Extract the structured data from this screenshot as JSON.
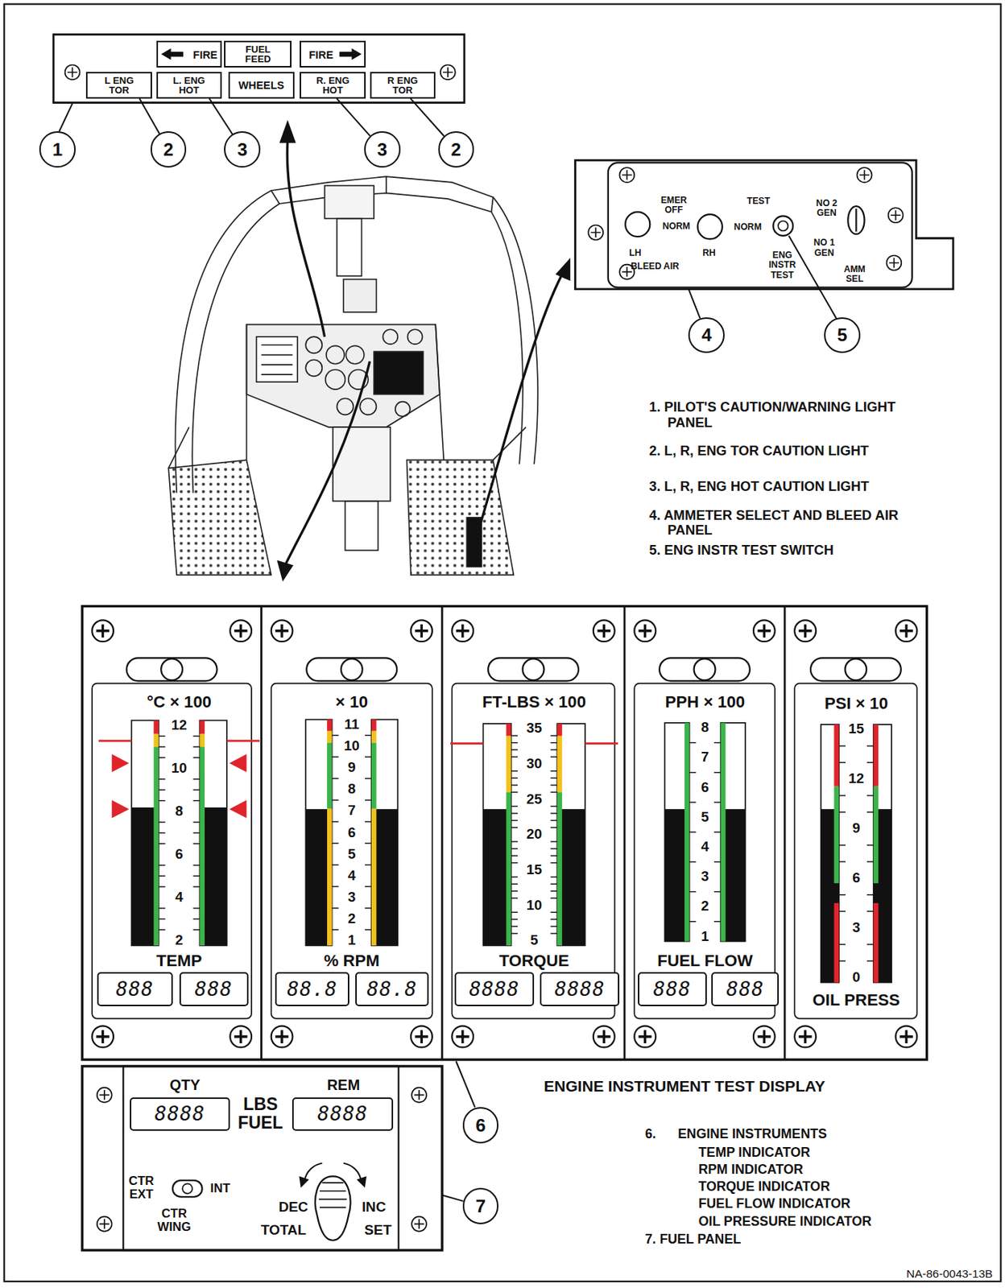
{
  "diagram": {
    "nodes": [
      {
        "text": [
          "FIRE"
        ]
      },
      {
        "text": [
          "FUEL FEED"
        ]
      },
      {
        "text": [
          "FIRE"
        ]
      },
      {
        "text": [
          "L ENG TOR"
        ]
      },
      {
        "text": [
          "L. ENG HOT"
        ]
      },
      {
        "text": [
          "WHEELS"
        ]
      },
      {
        "text": [
          "R. ENG HOT"
        ]
      },
      {
        "text": [
          "R ENG TOR"
        ]
      },
      {
        "text": [
          "1"
        ]
      },
      {
        "text": [
          "2"
        ]
      },
      {
        "text": [
          "3"
        ]
      },
      {
        "text": [
          "3"
        ]
      },
      {
        "text": [
          "2"
        ]
      },
      {
        "text": [
          "EMER OFF",
          "NORM",
          "RH",
          "LH",
          "BLEED AIR",
          "TEST",
          "NORM",
          "ENG INSTR TEST",
          "NO 2 GEN",
          "NO 1 GEN",
          "AMM SEL"
        ]
      },
      {
        "text": [
          "4"
        ]
      },
      {
        "text": [
          "5"
        ]
      },
      {
        "text": [
          "°C × 100",
          "12",
          "10",
          "8",
          "6",
          "4",
          "2",
          "TEMP"
        ]
      },
      {
        "text": [
          "888"
        ],
        "in": 16
      },
      {
        "text": [
          "888"
        ],
        "in": 16
      },
      {
        "text": [
          "× 10",
          "11",
          "10",
          "9",
          "8",
          "7",
          "6",
          "5",
          "4",
          "3",
          "2",
          "1",
          "% RPM"
        ]
      },
      {
        "text": [
          "88.8"
        ],
        "in": 19
      },
      {
        "text": [
          "88.8"
        ],
        "in": 19
      },
      {
        "text": [
          "FT-LBS × 100",
          "35",
          "30",
          "25",
          "20",
          "15",
          "10",
          "5",
          "TORQUE"
        ]
      },
      {
        "text": [
          "8888"
        ],
        "in": 22
      },
      {
        "text": [
          "8888"
        ],
        "in": 22
      },
      {
        "text": [
          "PPH × 100",
          "8",
          "7",
          "6",
          "5",
          "4",
          "3",
          "2",
          "1",
          "FUEL FLOW"
        ]
      },
      {
        "text": [
          "888"
        ],
        "in": 25
      },
      {
        "text": [
          "888"
        ],
        "in": 25
      },
      {
        "text": [
          "PSI × 10",
          "15",
          "12",
          "9",
          "6",
          "3",
          "0",
          "OIL PRESS"
        ]
      },
      {
        "text": [
          "QTY",
          "REM",
          "LBS FUEL",
          "CTR EXT",
          "INT",
          "CTR WING",
          "DEC",
          "INC",
          "TOTAL",
          "SET"
        ]
      },
      {
        "text": [
          "8888"
        ],
        "in": 29
      },
      {
        "text": [
          "8888"
        ],
        "in": 29
      },
      {
        "text": [
          "6"
        ]
      },
      {
        "text": [
          "7"
        ]
      }
    ],
    "edges": [
      {
        "from": 9,
        "to": 3,
        "arrow": "none"
      },
      {
        "from": 10,
        "to": 4,
        "arrow": "none"
      },
      {
        "from": 11,
        "to": 6,
        "arrow": "none"
      },
      {
        "from": 12,
        "to": 7,
        "arrow": "none"
      },
      {
        "from": 14,
        "to": 13,
        "arrow": "none"
      },
      {
        "from": 33,
        "to": 29,
        "arrow": "none"
      }
    ],
    "labels": [
      "1. PILOT'S CAUTION/WARNING LIGHT PANEL",
      "2. L, R, ENG TOR CAUTION LIGHT",
      "3. L, R, ENG HOT CAUTION LIGHT",
      "4. AMMETER SELECT AND BLEED AIR PANEL",
      "5. ENG INSTR TEST SWITCH",
      "ENGINE INSTRUMENT TEST DISPLAY",
      "6.",
      "ENGINE INSTRUMENTS",
      "TEMP INDICATOR",
      "RPM INDICATOR",
      "TORQUE INDICATOR",
      "FUEL FLOW INDICATOR",
      "OIL PRESSURE INDICATOR",
      "7. FUEL PANEL",
      "NA-86-0043-13B"
    ]
  }
}
